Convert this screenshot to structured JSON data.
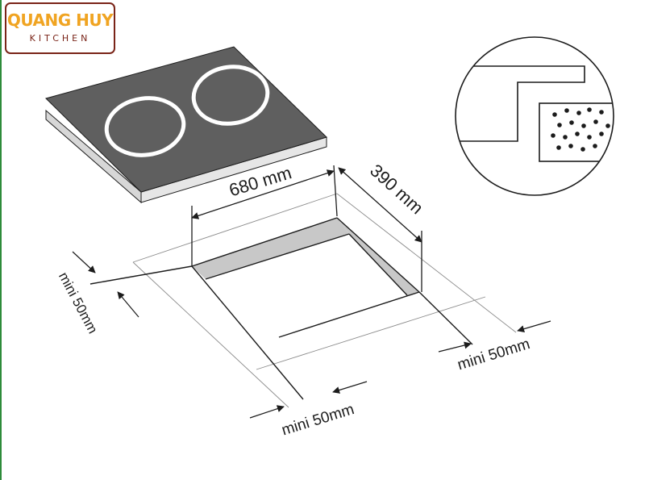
{
  "logo": {
    "name": "QUANG HUY",
    "subtitle": "KITCHEN",
    "colors": {
      "name": "#f0a422",
      "subtitle": "#7a2418",
      "border": "#7a2418"
    }
  },
  "dimensions": {
    "width_label": "680 mm",
    "depth_label": "390 mm",
    "clearance_left": "mini 50mm",
    "clearance_right": "mini 50mm",
    "clearance_front": "mini 50mm"
  },
  "colors": {
    "cooktop_surface": "#5f5f5f",
    "cooktop_edge": "#d7d7d7",
    "burner_ring": "#ffffff",
    "cutout_wall": "#c8c8c8",
    "line": "#1c1c1c",
    "guide_line": "#8c8c8c",
    "accent_edge": "#2e8b3a"
  }
}
